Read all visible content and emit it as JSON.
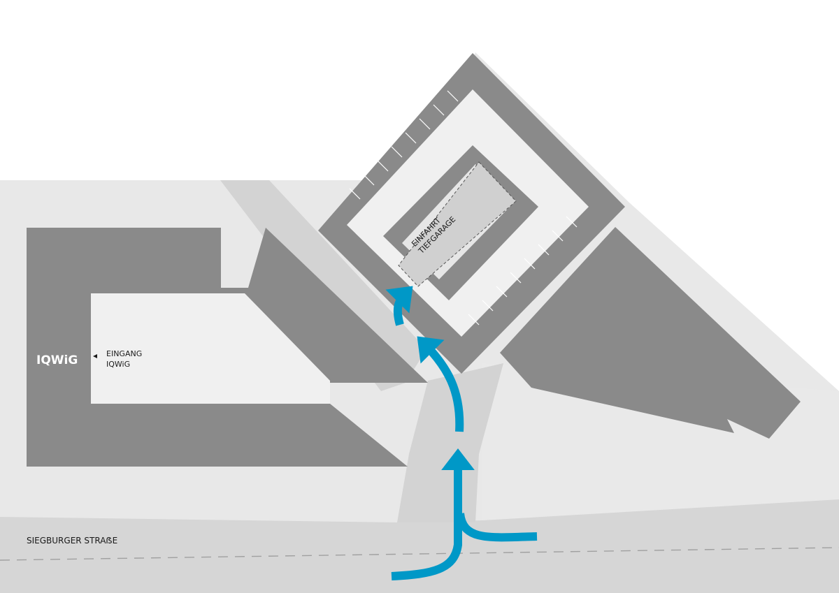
{
  "labels": {
    "street": "SIEGBURGER STRAẞE",
    "entrance_line1": "EINGANG",
    "entrance_line2": "IQWiG",
    "logo": "IQWiG",
    "garage_line1": "EINFAHRT",
    "garage_line2": "TIEFGARAGE"
  },
  "colors": {
    "background": "#ffffff",
    "ground": "#e8e8e8",
    "street": "#d6d6d6",
    "path": "#d3d3d3",
    "building": "#8a8a8a",
    "courtyard": "#f1f1f1",
    "route_arrow": "#0098c7",
    "lane_marking": "#9e9e9e"
  },
  "icons": {
    "entrance_marker": "triangle-left-icon",
    "route": "arrow-up-icon"
  }
}
